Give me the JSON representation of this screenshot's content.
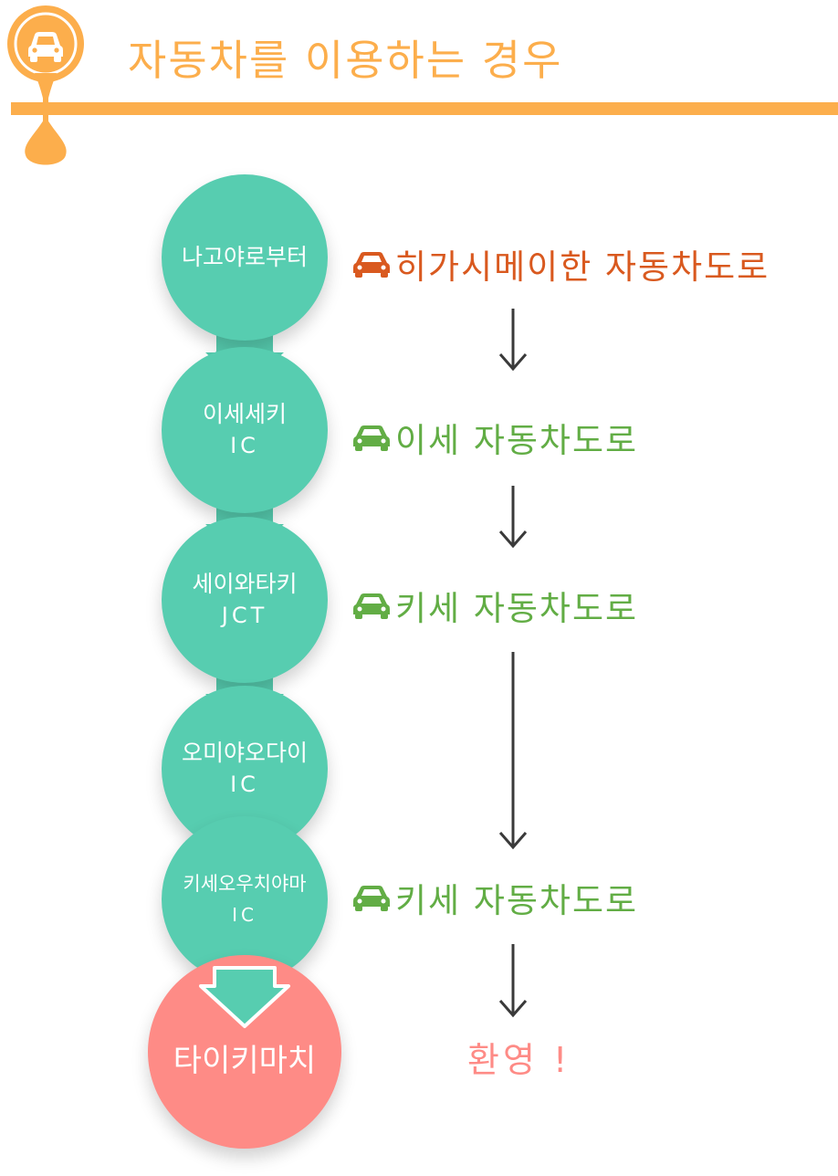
{
  "header": {
    "title": "자동차를 이용하는 경우",
    "icon": "car-icon",
    "accent_color": "#fcae4c"
  },
  "route": {
    "stops": [
      {
        "line1": "나고야로부터",
        "line2": "",
        "color": "#57cdb0"
      },
      {
        "line1": "이세세키",
        "line2": "IC",
        "color": "#57cdb0"
      },
      {
        "line1": "세이와타키",
        "line2": "JCT",
        "color": "#57cdb0"
      },
      {
        "line1": "오미야오다이",
        "line2": "IC",
        "color": "#57cdb0"
      },
      {
        "line1": "키세오우치야마",
        "line2": "IC",
        "color": "#57cdb0"
      },
      {
        "line1": "타이키마치",
        "line2": "",
        "color": "#fe8b86"
      }
    ],
    "roads": [
      {
        "label": "히가시메이한 자동차도로",
        "icon": "car-icon",
        "color": "#d9591f"
      },
      {
        "label": "이세 자동차도로",
        "icon": "car-icon",
        "color": "#62ad45"
      },
      {
        "label": "키세 자동차도로",
        "icon": "car-icon",
        "color": "#62ad45"
      },
      {
        "label": "키세 자동차도로",
        "icon": "car-icon",
        "color": "#62ad45"
      }
    ],
    "destination_message": "환영 !"
  }
}
